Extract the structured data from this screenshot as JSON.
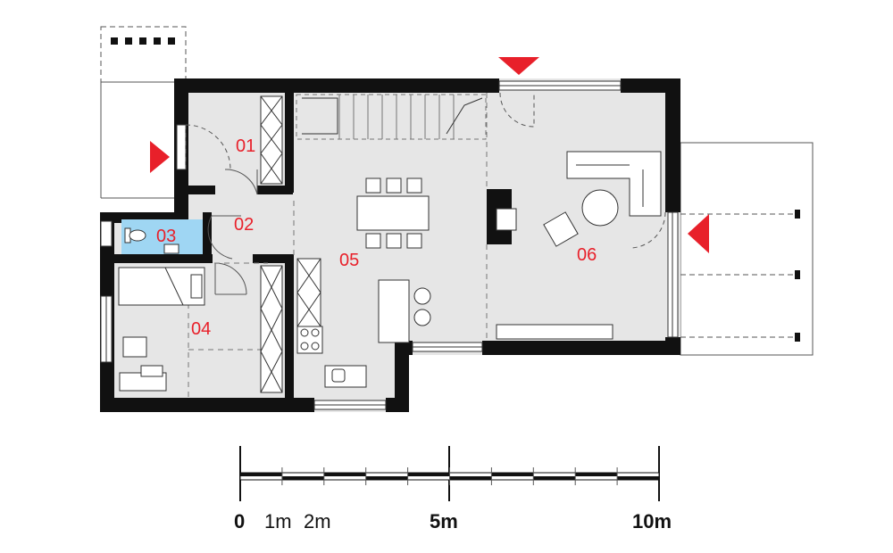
{
  "colors": {
    "wall": "#111111",
    "floor": "#e6e6e6",
    "bathroom": "#9fd6f3",
    "entry_marker": "#e8202a",
    "room_label": "#e8202a",
    "line": "#555555"
  },
  "rooms": [
    {
      "id": "01",
      "label": "01"
    },
    {
      "id": "02",
      "label": "02"
    },
    {
      "id": "03",
      "label": "03"
    },
    {
      "id": "04",
      "label": "04"
    },
    {
      "id": "05",
      "label": "05"
    },
    {
      "id": "06",
      "label": "06"
    }
  ],
  "entry_markers": [
    {
      "name": "entry-marker-west",
      "direction": "right"
    },
    {
      "name": "entry-marker-north",
      "direction": "down"
    },
    {
      "name": "entry-marker-east",
      "direction": "left"
    }
  ],
  "scale_bar": {
    "labels": [
      "0",
      "1m",
      "2m",
      "5m",
      "10m"
    ],
    "max_m": 10,
    "segments": 10
  }
}
